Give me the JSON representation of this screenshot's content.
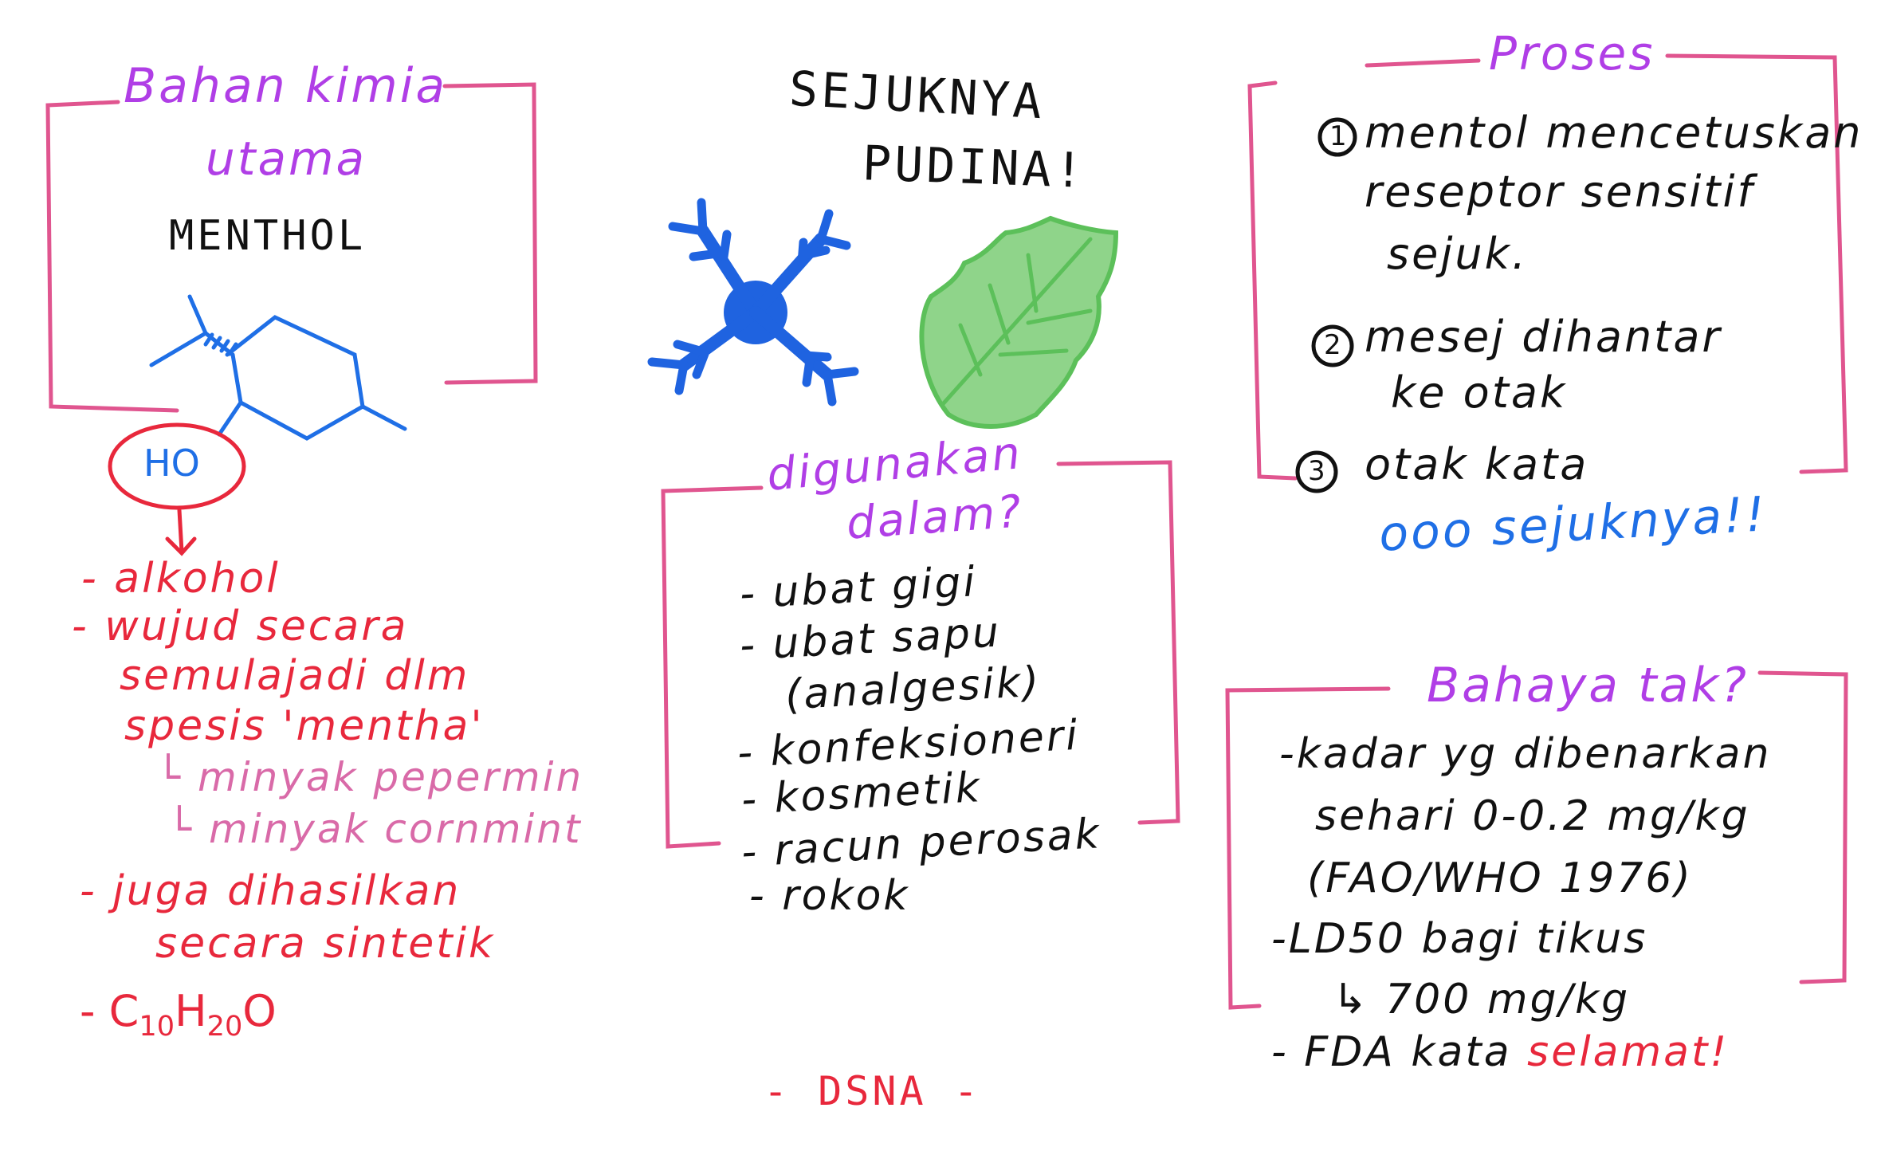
{
  "title": {
    "line1": "SEJUKNYA",
    "line2": "PUDINA!"
  },
  "chemical": {
    "heading1": "Bahan kimia",
    "heading2": "utama",
    "name": "MENTHOL",
    "group_label": "HO",
    "notes": [
      "- alkohol",
      "- wujud secara",
      "semulajadi dlm",
      "spesis 'mentha'",
      "└ minyak pepermin",
      "└ minyak cornmint",
      "- juga dihasilkan",
      "secara sintetik",
      "- C"
    ],
    "formula": {
      "c": "C",
      "c_n": "10",
      "h": "H",
      "h_n": "20",
      "o": "O"
    }
  },
  "uses": {
    "heading1": "digunakan",
    "heading2": "dalam?",
    "items": [
      "- ubat gigi",
      "- ubat sapu",
      "(analgesik)",
      "- konfeksioneri",
      "- kosmetik",
      "- racun perosak",
      "- rokok"
    ]
  },
  "process": {
    "heading": "Proses",
    "steps": [
      {
        "num": "1",
        "lines": [
          "mentol mencetuskan",
          "reseptor sensitif",
          "sejuk."
        ]
      },
      {
        "num": "2",
        "lines": [
          "mesej dihantar",
          "ke otak"
        ]
      },
      {
        "num": "3",
        "lines": [
          "otak kata"
        ]
      }
    ],
    "exclaim": "ooo sejuknya!!"
  },
  "danger": {
    "heading": "Bahaya tak?",
    "lines": [
      "-kadar yg dibenarkan",
      "sehari 0-0.2 mg/kg",
      "(FAO/WHO 1976)",
      "-LD50 bagi tikus",
      "↳ 700 mg/kg"
    ],
    "last_prefix": "- FDA kata",
    "last_highlight": "selamat!"
  },
  "signature": "- DSNA -",
  "colors": {
    "purple": "#b03ee6",
    "pink": "#e0558f",
    "blue": "#1f6fe6",
    "red": "#e8283c",
    "green": "#5cc05a",
    "black": "#111111"
  },
  "icons": [
    "snowflake-icon",
    "mint-leaf-icon",
    "menthol-molecule-icon"
  ]
}
